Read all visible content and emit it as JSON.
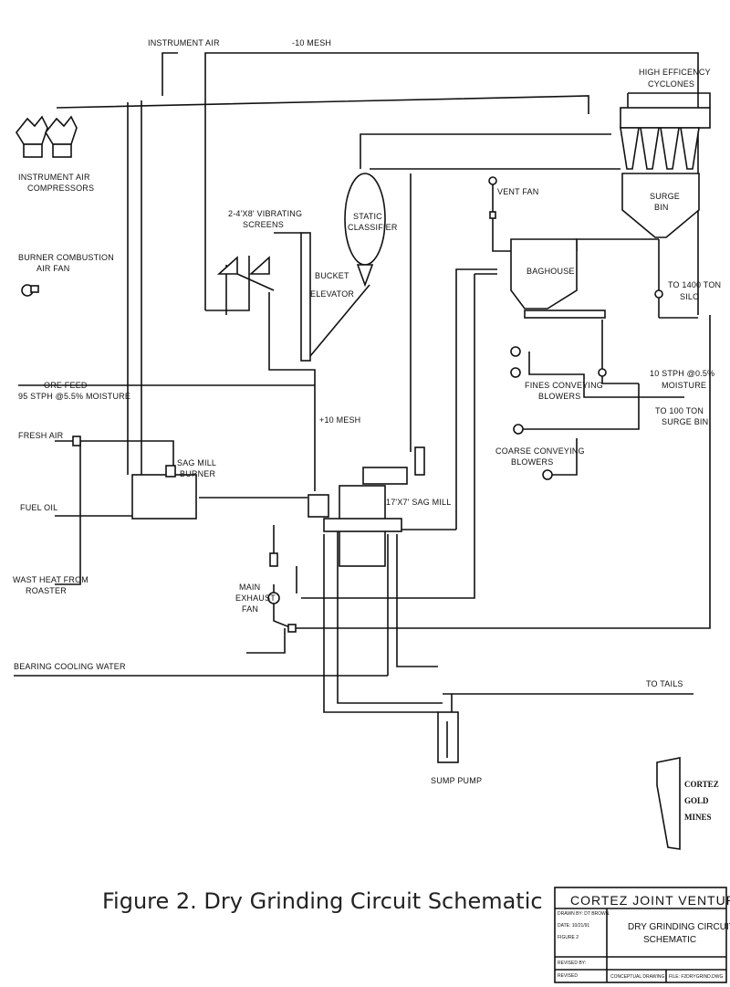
{
  "labels": {
    "instrument_air": "INSTRUMENT AIR",
    "minus10_mesh": "-10 MESH",
    "high_efficiency": "HIGH EFFICENCY",
    "cyclones": "CYCLONES",
    "compressors_1": "INSTRUMENT AIR",
    "compressors_2": "COMPRESSORS",
    "vent_fan": "VENT FAN",
    "surge_bin_1": "SURGE",
    "surge_bin_2": "BIN",
    "screens_1": "2-4'X8' VIBRATING",
    "screens_2": "SCREENS",
    "static_1": "STATIC",
    "static_2": "CLASSIFIER",
    "burner_fan_1": "BURNER COMBUSTION",
    "burner_fan_2": "AIR FAN",
    "bucket_1": "BUCKET",
    "bucket_2": "ELEVATOR",
    "baghouse": "BAGHOUSE",
    "to_silo_1": "TO 1400 TON",
    "to_silo_2": "SILO",
    "ore_feed_1": "ORE FEED",
    "ore_feed_2": "95 STPH @5.5% MOISTURE",
    "plus10_mesh": "+10 MESH",
    "fines_1": "FINES CONVEYING",
    "fines_2": "BLOWERS",
    "stph_1": "10 STPH @0.5%",
    "stph_2": "MOISTURE",
    "to_surge_1": "TO 100 TON",
    "to_surge_2": "SURGE BIN",
    "fresh_air": "FRESH AIR",
    "burner_1": "SAG MILL",
    "burner_2": "BURNER",
    "coarse_1": "COARSE CONVEYING",
    "coarse_2": "BLOWERS",
    "fuel_oil": "FUEL OIL",
    "sag_mill": "17'X7' SAG MILL",
    "wast_heat_1": "WAST HEAT FROM",
    "wast_heat_2": "ROASTER",
    "main_fan_1": "MAIN",
    "main_fan_2": "EXHAUST",
    "main_fan_3": "FAN",
    "bearing_water": "BEARING COOLING WATER",
    "to_tails": "TO TAILS",
    "sump_pump": "SUMP PUMP",
    "logo_1": "CORTEZ",
    "logo_2": "GOLD",
    "logo_3": "MINES"
  },
  "figure_title": "Figure 2. Dry Grinding Circuit Schematic",
  "title_block": {
    "company": "CORTEZ JOINT VENTURE",
    "drawing_title_1": "DRY GRINDING CIRCUIT",
    "drawing_title_2": "SCHEMATIC",
    "drawn_by": "DRAWN BY: DT BROWN",
    "date": "DATE: 10/21/91",
    "figure_no": "FIGURE 2",
    "revised_by": "REVISED BY:",
    "revised": "REVISED",
    "conceptual": "CONCEPTUAL DRAWING",
    "file": "FILE: F2DRYGRIND.DWG"
  }
}
